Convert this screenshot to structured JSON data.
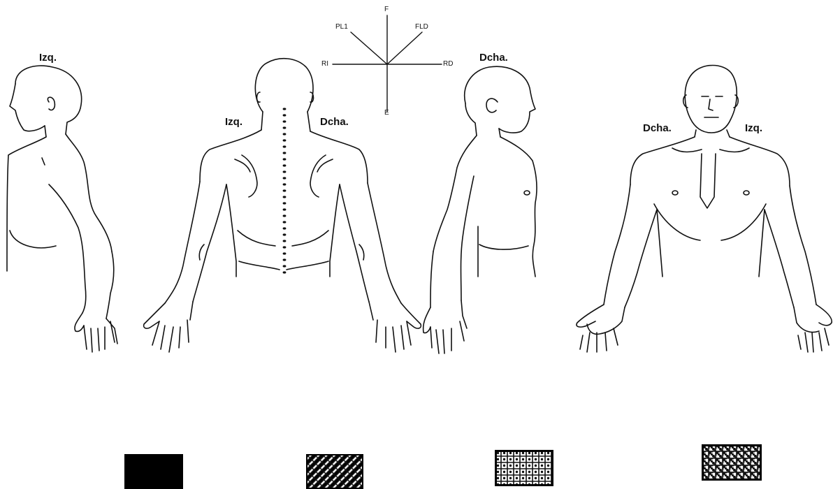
{
  "views": {
    "left_profile": {
      "side_label": "Izq."
    },
    "back": {
      "left_label": "Izq.",
      "right_label": "Dcha."
    },
    "right_profile": {
      "side_label": "Dcha."
    },
    "front": {
      "left_label": "Dcha.",
      "right_label": "Izq."
    }
  },
  "compass": {
    "top": "F",
    "bottom": "E",
    "left": "RI",
    "right": "RD",
    "upper_left": "PL1",
    "upper_right": "FLD"
  },
  "legend": {
    "swatches": [
      {
        "pattern": "solid",
        "color": "#000000"
      },
      {
        "pattern": "diagonal-stripes",
        "color": "#000000"
      },
      {
        "pattern": "dots",
        "color": "#000000"
      },
      {
        "pattern": "crosshatch",
        "color": "#000000"
      }
    ]
  }
}
